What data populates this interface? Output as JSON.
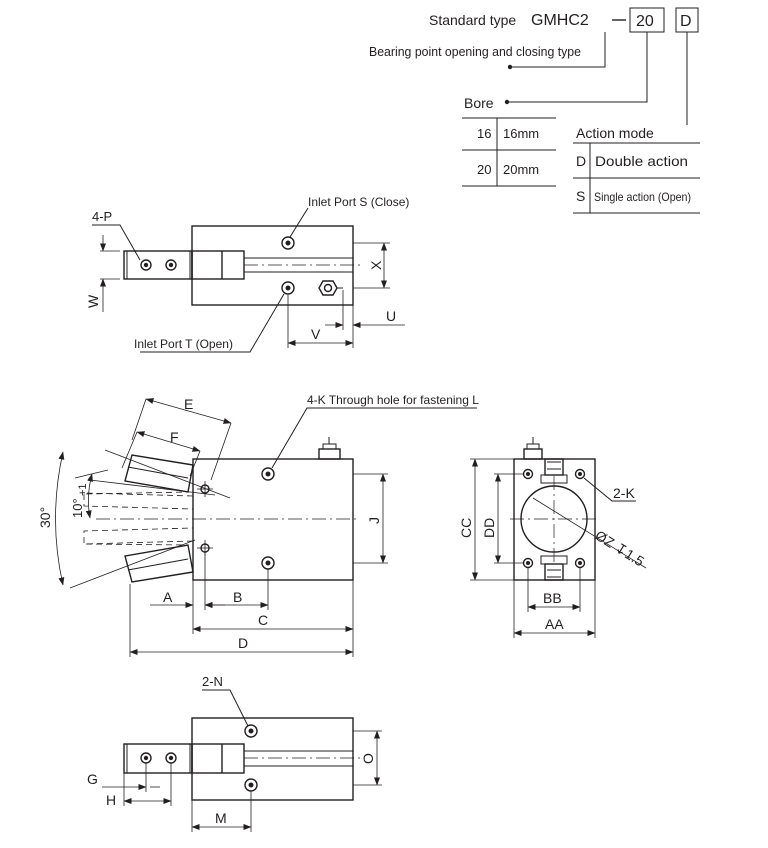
{
  "order_code": {
    "standard_type_label": "Standard type",
    "model": "GMHC2",
    "bore_box": "20",
    "action_box": "D",
    "note": "Bearing point opening and closing type"
  },
  "bore": {
    "title": "Bore",
    "rows": [
      {
        "code": "16",
        "size": "16mm"
      },
      {
        "code": "20",
        "size": "20mm"
      }
    ]
  },
  "action_mode": {
    "title": "Action mode",
    "rows": [
      {
        "code": "D",
        "desc": "Double action"
      },
      {
        "code": "S",
        "desc": "Single action (Open)"
      }
    ]
  },
  "top_view": {
    "port_close": "Inlet Port S (Close)",
    "port_open": "Inlet Port T (Open)",
    "p_label": "4-P",
    "dims": {
      "w": "W",
      "x": "X",
      "v": "V",
      "u": "U"
    }
  },
  "front_view": {
    "hole_note": "4-K Through hole for fastening L",
    "angle_30": "30°",
    "angle_10": "10°",
    "angle_10_tol": "+1",
    "dims": {
      "e": "E",
      "f": "F",
      "a": "A",
      "b": "B",
      "c": "C",
      "d": "D",
      "j": "J"
    }
  },
  "side_view": {
    "k_label": "2-K",
    "z_label": "ØZ ↧1.5",
    "dims": {
      "cc": "CC",
      "dd": "DD",
      "bb": "BB",
      "aa": "AA"
    }
  },
  "bottom_view": {
    "n_label": "2-N",
    "dims": {
      "o": "O",
      "g": "G",
      "h": "H",
      "m": "M"
    }
  }
}
